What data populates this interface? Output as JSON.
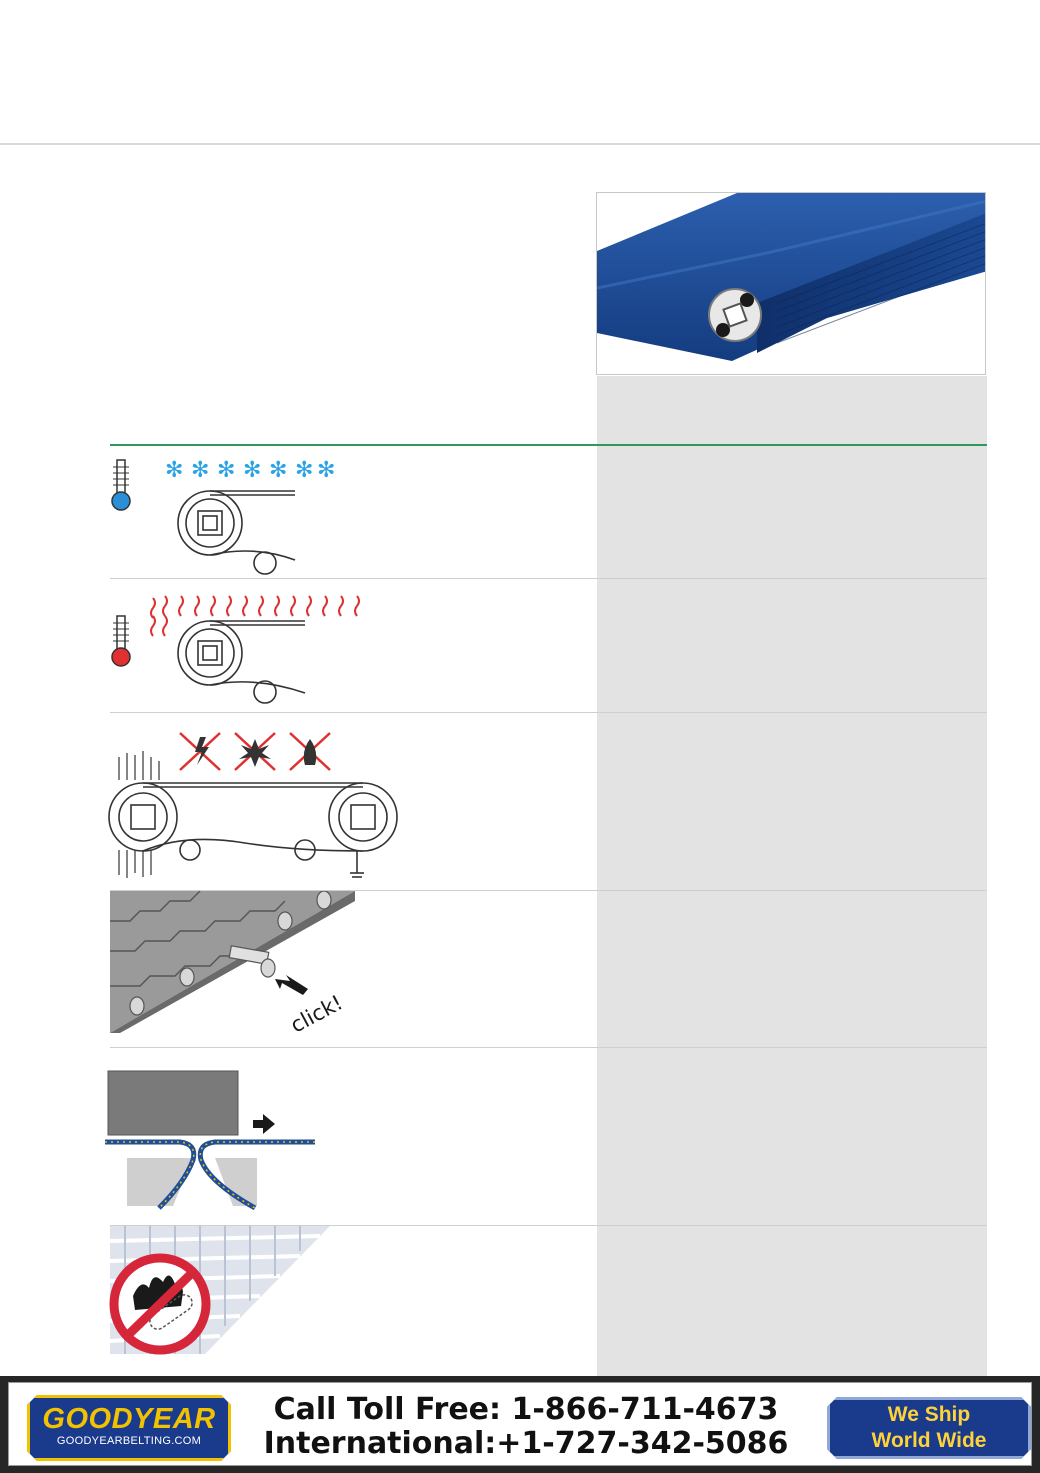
{
  "banner": {
    "logo_word": "GOODYEAR",
    "logo_url": "GOODYEARBELTING.COM",
    "toll_free": "Call Toll Free: 1-866-711-4673",
    "international": "International:+1-727-342-5086",
    "ship_line1": "We Ship",
    "ship_line2": "World Wide"
  },
  "illustrations": {
    "click_label": "click!"
  },
  "colors": {
    "belt_blue": "#1f4f9a",
    "column_grey": "#e3e3e3",
    "divider_green": "#2e9a5a",
    "banner_blue": "#1a3a8c",
    "banner_yellow": "#f2c200"
  }
}
